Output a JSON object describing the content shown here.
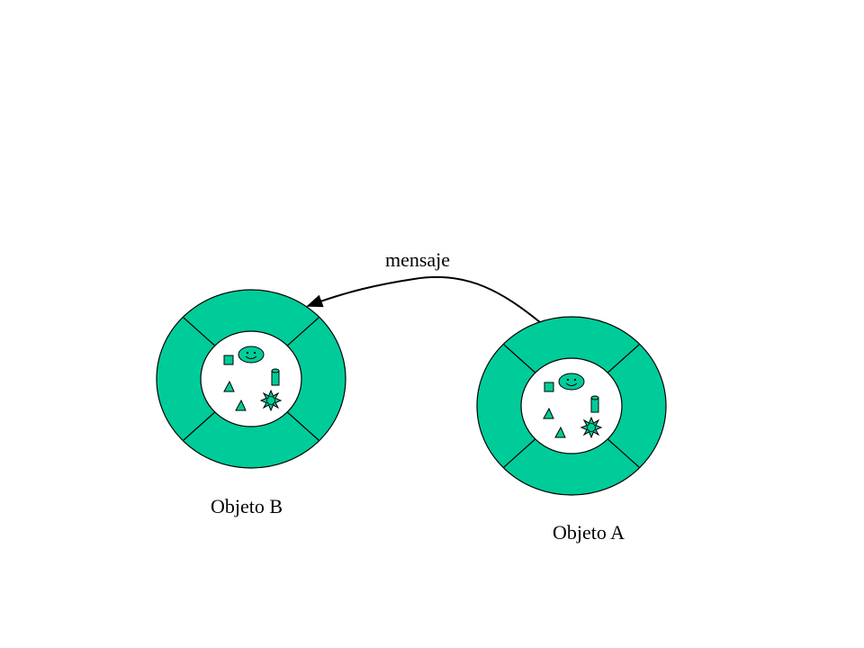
{
  "message": {
    "label": "mensaje"
  },
  "objects": [
    {
      "id": "b",
      "label": "Objeto B"
    },
    {
      "id": "a",
      "label": "Objeto A"
    }
  ],
  "colors": {
    "ring": "#00cc99",
    "stroke": "#000000",
    "core": "#ffffff",
    "background": "#ffffff"
  },
  "icons": [
    "square-icon",
    "smiley-icon",
    "cylinder-icon",
    "triangle-icon",
    "triangle-icon",
    "star-burst-icon"
  ]
}
